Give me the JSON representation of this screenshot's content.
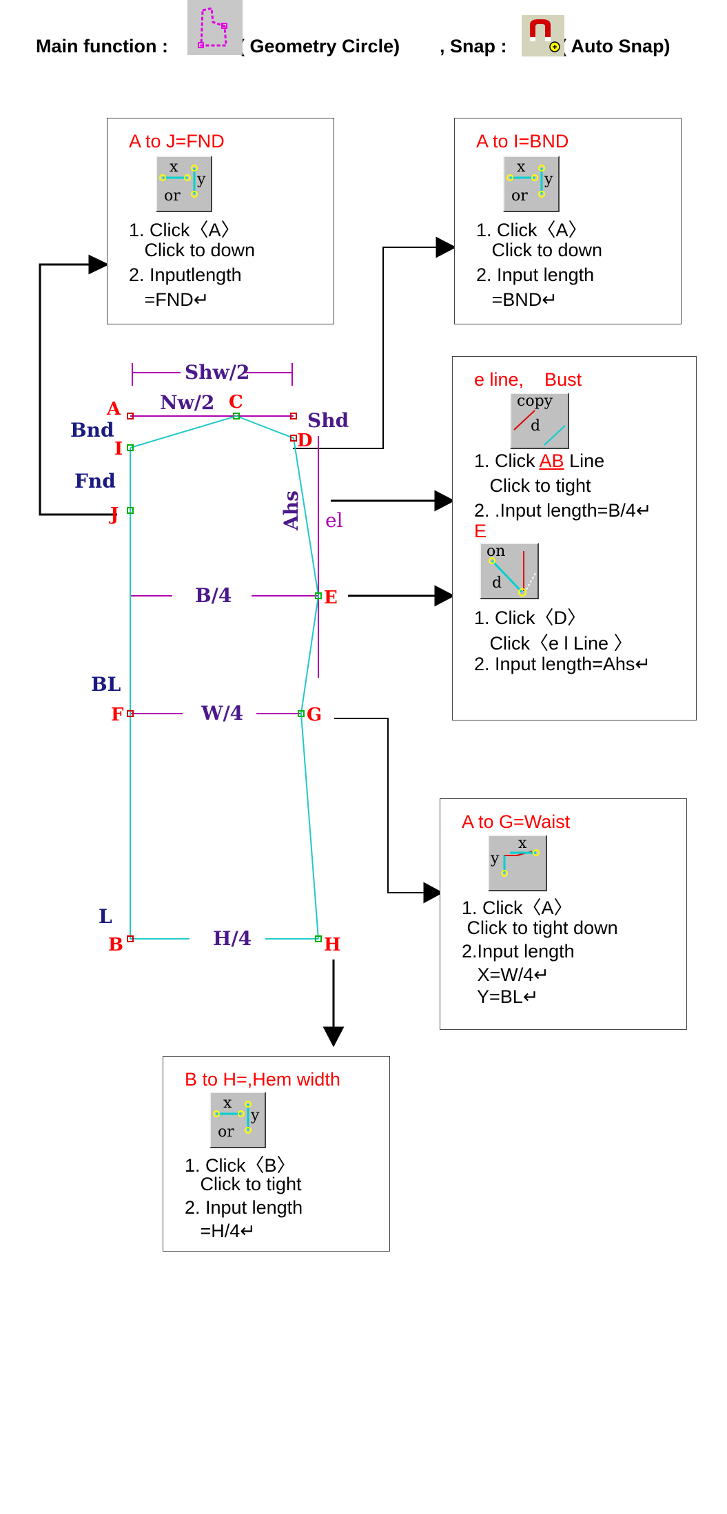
{
  "header": {
    "main_function_label": "Main function :",
    "geometry_circle_label": "( Geometry Circle)",
    "snap_label": ", Snap :",
    "auto_snap_label": "( Auto Snap)"
  },
  "boxes": {
    "fnd": {
      "title": "A   to J=FND",
      "icon_top": "x",
      "icon_right": "y",
      "icon_bottom": "or",
      "lines": [
        "1. Click〈A〉",
        "   Click to down",
        "2. Inputlength",
        "   =FND↵"
      ]
    },
    "bnd": {
      "title": "A   to I=BND",
      "icon_top": "x",
      "icon_right": "y",
      "icon_bottom": "or",
      "lines": [
        "1. Click〈A〉",
        "   Click to down",
        "2. Input length",
        "   =BND↵"
      ]
    },
    "eline": {
      "title1": "e line,    Bust",
      "icon1_top": "copy",
      "icon1_bottom": "d",
      "lines1_a": "1. Click ",
      "lines1_ab": "AB",
      "lines1_b": " Line",
      "lines1": [
        "   Click to tight",
        "2. .Input length=B/4↵"
      ],
      "title2": "E",
      "icon2_top": "on",
      "icon2_bottom": "d",
      "lines2": [
        "1. Click〈D〉",
        "   Click〈e l Line 〉",
        "2. Input length=Ahs↵"
      ]
    },
    "waist": {
      "title": "A to G=Waist",
      "icon_x": "x",
      "icon_y": "y",
      "lines": [
        "1. Click〈A〉",
        " Click to tight down",
        "2.Input length",
        "   X=W/4↵",
        "   Y=BL↵"
      ]
    },
    "hem": {
      "title": "B to H=,Hem width",
      "icon_top": "x",
      "icon_right": "y",
      "icon_bottom": "or",
      "lines": [
        "1. Click〈B〉",
        "   Click to tight",
        "2. Input length",
        "   =H/4↵"
      ]
    }
  },
  "points": {
    "A": "A",
    "B": "B",
    "C": "C",
    "D": "D",
    "E": "E",
    "F": "F",
    "G": "G",
    "H": "H",
    "I": "I",
    "J": "J"
  },
  "measures": {
    "shw2": "Shw/2",
    "nw2": "Nw/2",
    "shd": "Shd",
    "bnd": "Bnd",
    "fnd": "Fnd",
    "ahs": "Ahs",
    "el": "el",
    "b4": "B/4",
    "bl": "BL",
    "w4": "W/4",
    "l": "L",
    "h4": "H/4"
  },
  "colors": {
    "red": "#ff0000",
    "purple": "#4b1a8a",
    "magenta": "#b000b0",
    "cyan": "#22c8c8",
    "navy": "#1a1a80"
  }
}
